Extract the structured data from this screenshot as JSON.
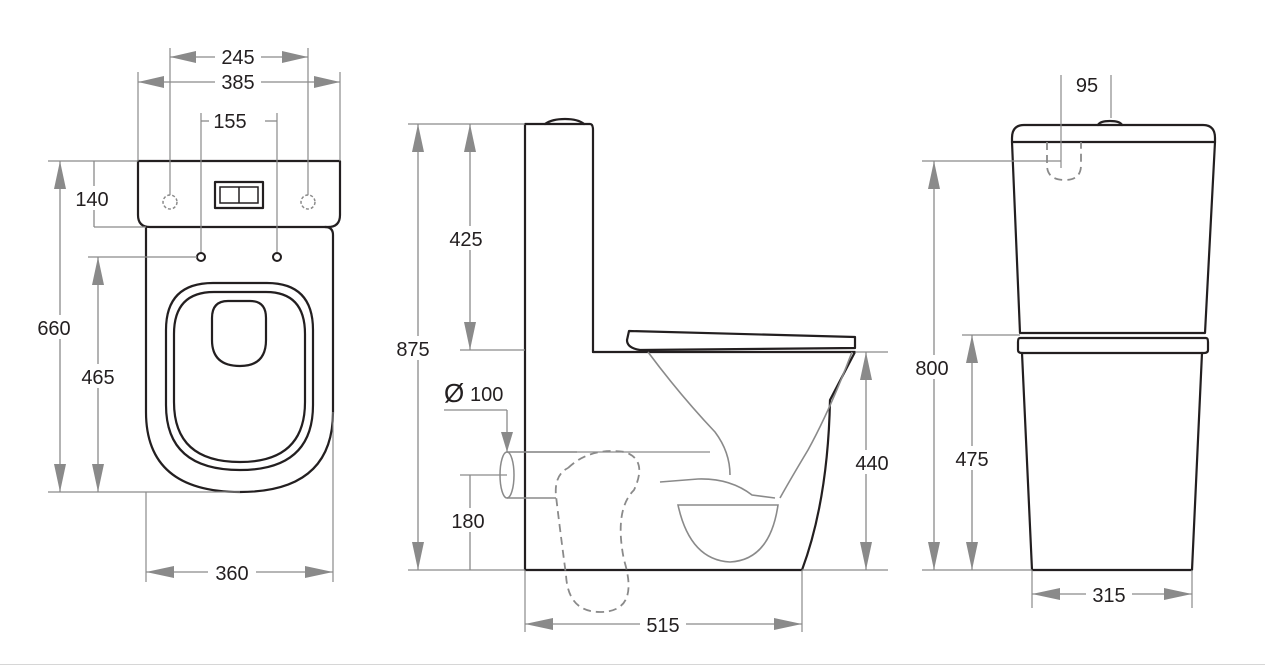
{
  "drawing": {
    "top_view": {
      "dims": {
        "width_245": "245",
        "width_385": "385",
        "width_155": "155",
        "depth_140": "140",
        "depth_660": "660",
        "depth_465": "465",
        "width_360": "360"
      }
    },
    "side_view": {
      "dims": {
        "height_875": "875",
        "cistern_425": "425",
        "waste_100": "100",
        "waste_height_180": "180",
        "seat_height_440": "440",
        "depth_515": "515"
      },
      "diameter_symbol": "Ø"
    },
    "front_view": {
      "dims": {
        "offset_95": "95",
        "height_800": "800",
        "pan_height_475": "475",
        "width_315": "315"
      }
    }
  },
  "colors": {
    "outline": "#231f20",
    "dimension": "#8a8a8a",
    "background": "#ffffff"
  }
}
